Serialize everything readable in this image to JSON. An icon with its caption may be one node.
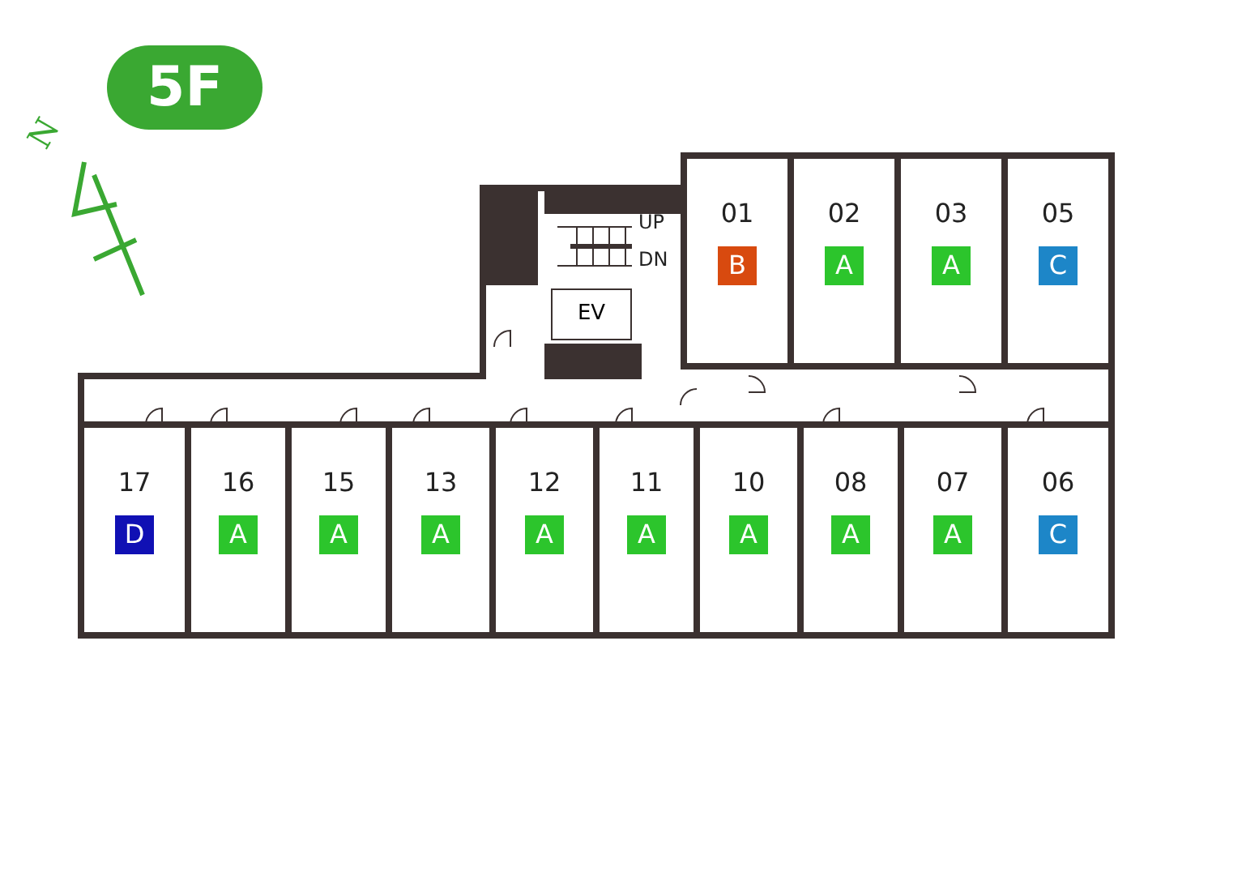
{
  "diagram": {
    "nodes": [
      {
        "text": [
          "5F"
        ]
      },
      {
        "text": [
          "01",
          "B"
        ]
      },
      {
        "text": [
          "02",
          "A"
        ]
      },
      {
        "text": [
          "03",
          "A"
        ]
      },
      {
        "text": [
          "05",
          "C"
        ]
      },
      {
        "text": [
          "EV"
        ]
      },
      {
        "text": [
          "17",
          "D"
        ]
      },
      {
        "text": [
          "16",
          "A"
        ]
      },
      {
        "text": [
          "15",
          "A"
        ]
      },
      {
        "text": [
          "13",
          "A"
        ]
      },
      {
        "text": [
          "12",
          "A"
        ]
      },
      {
        "text": [
          "11",
          "A"
        ]
      },
      {
        "text": [
          "10",
          "A"
        ]
      },
      {
        "text": [
          "08",
          "A"
        ]
      },
      {
        "text": [
          "07",
          "A"
        ]
      },
      {
        "text": [
          "06",
          "C"
        ]
      }
    ],
    "labels": [
      "N",
      "UP",
      "DN"
    ]
  }
}
